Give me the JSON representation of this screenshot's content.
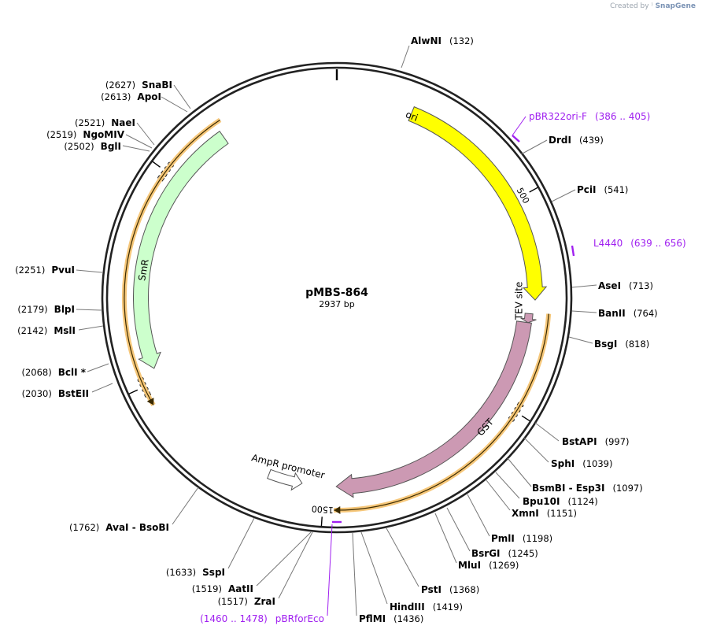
{
  "watermark": {
    "prefix": "Created by",
    "brand": "SnapGene"
  },
  "plasmid": {
    "name": "pMBS-864",
    "length_label": "2937 bp",
    "length_bp": 2937
  },
  "colors": {
    "ori": "#ffff00",
    "smr": "#ccffcc",
    "gst": "#cc99b3",
    "tev": "#cc99b3",
    "ampr_promoter": "#ffffff",
    "orf": "#f6c77a",
    "primer": "#a020f0",
    "backbone": "#222222"
  },
  "features": [
    {
      "name": "ori",
      "start": 180,
      "end": 740,
      "color": "#ffff00"
    },
    {
      "name": "SmR",
      "start": 2030,
      "end": 2650,
      "color": "#ccffcc"
    },
    {
      "name": "GST",
      "start": 795,
      "end": 1470,
      "color": "#cc99b3"
    },
    {
      "name": "TEV site",
      "start": 773,
      "end": 795,
      "color": "#cc99b3"
    },
    {
      "name": "AmpR promoter",
      "start": 1555,
      "end": 1640,
      "color": "#ffffff"
    }
  ],
  "orfs": [
    {
      "start": 770,
      "end": 1475
    },
    {
      "start": 1955,
      "end": 2665
    }
  ],
  "ticks": [
    "500",
    "1000",
    "1500",
    "2000",
    "2500"
  ],
  "primers": [
    {
      "name": "pBR322ori-F",
      "range": "(386 .. 405)"
    },
    {
      "name": "L4440",
      "range": "(639 .. 656)"
    },
    {
      "name": "pBRforEco",
      "range": "(1460 .. 1478)"
    }
  ],
  "enzymes": [
    {
      "name": "AlwNI",
      "pos": "(132)"
    },
    {
      "name": "DrdI",
      "pos": "(439)"
    },
    {
      "name": "PciI",
      "pos": "(541)"
    },
    {
      "name": "AseI",
      "pos": "(713)"
    },
    {
      "name": "BanII",
      "pos": "(764)"
    },
    {
      "name": "BsgI",
      "pos": "(818)"
    },
    {
      "name": "BstAPI",
      "pos": "(997)"
    },
    {
      "name": "SphI",
      "pos": "(1039)"
    },
    {
      "name": "BsmBI - Esp3I",
      "pos": "(1097)"
    },
    {
      "name": "Bpu10I",
      "pos": "(1124)"
    },
    {
      "name": "XmnI",
      "pos": "(1151)"
    },
    {
      "name": "PmlI",
      "pos": "(1198)"
    },
    {
      "name": "BsrGI",
      "pos": "(1245)"
    },
    {
      "name": "MluI",
      "pos": "(1269)"
    },
    {
      "name": "PstI",
      "pos": "(1368)"
    },
    {
      "name": "HindIII",
      "pos": "(1419)"
    },
    {
      "name": "PflMI",
      "pos": "(1436)"
    },
    {
      "name": "ZraI",
      "pos": "(1517)"
    },
    {
      "name": "AatII",
      "pos": "(1519)"
    },
    {
      "name": "SspI",
      "pos": "(1633)"
    },
    {
      "name": "AvaI - BsoBI",
      "pos": "(1762)"
    },
    {
      "name": "BstEII",
      "pos": "(2030)"
    },
    {
      "name": "BclI *",
      "pos": "(2068)"
    },
    {
      "name": "MslI",
      "pos": "(2142)"
    },
    {
      "name": "BlpI",
      "pos": "(2179)"
    },
    {
      "name": "PvuI",
      "pos": "(2251)"
    },
    {
      "name": "BglI",
      "pos": "(2502)"
    },
    {
      "name": "NgoMIV",
      "pos": "(2519)"
    },
    {
      "name": "NaeI",
      "pos": "(2521)"
    },
    {
      "name": "ApoI",
      "pos": "(2613)"
    },
    {
      "name": "SnaBI",
      "pos": "(2627)"
    }
  ]
}
